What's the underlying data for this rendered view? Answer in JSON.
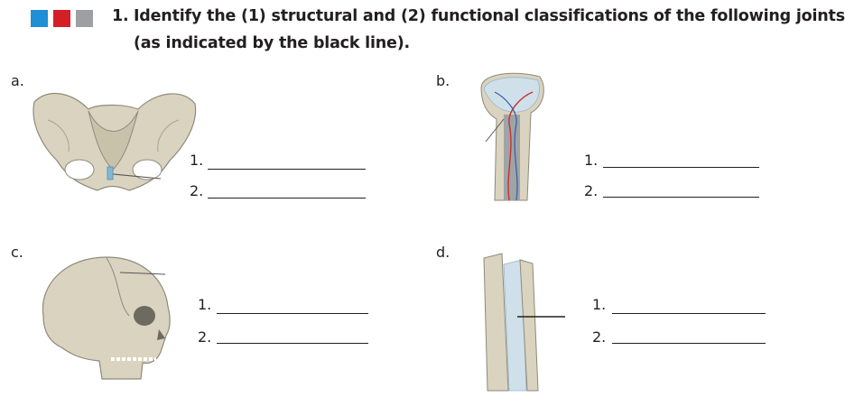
{
  "header": {
    "squares": [
      "#1f8fd6",
      "#d41f26",
      "#9d9fa2"
    ],
    "question_number": "1.",
    "line1": "Identify the (1) structural and (2) functional classifications of the following joints",
    "line2": "(as indicated by the black line)."
  },
  "parts": [
    {
      "letter": "a.",
      "image": "pelvis-pubic-symphysis",
      "blank1": "1.",
      "blank2": "2."
    },
    {
      "letter": "b.",
      "image": "long-bone-epiphyseal-plate",
      "blank1": "1.",
      "blank2": "2."
    },
    {
      "letter": "c.",
      "image": "skull-suture",
      "blank1": "1.",
      "blank2": "2."
    },
    {
      "letter": "d.",
      "image": "bone-articular-joint",
      "blank1": "1.",
      "blank2": "2."
    }
  ]
}
